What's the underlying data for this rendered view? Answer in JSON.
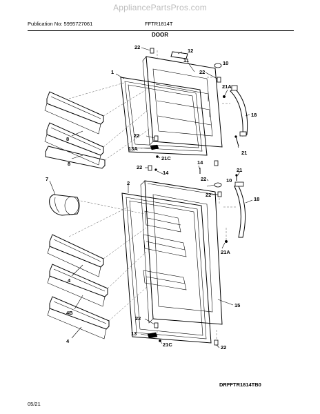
{
  "header": {
    "watermark": "AppliancePartsPros.com",
    "publication": "Publication No: 5995727061",
    "model": "FFTR1814T",
    "section_title": "DOOR"
  },
  "footer": {
    "diagram_code": "DRFFTR1814TB0",
    "date": "05/21"
  },
  "callouts": {
    "c22_top": "22",
    "c12": "12",
    "c11": "11",
    "c22_r1": "22",
    "c10_top": "10",
    "c1": "1",
    "c21A_top": "21A",
    "c18_top": "18",
    "c8_a": "8",
    "c8_b": "8",
    "c22_mid1": "22",
    "c13A": "13A",
    "c21C_top": "21C",
    "c21_top": "21",
    "c14_a": "14",
    "c14_b": "14",
    "c22_mid2": "22",
    "c22_mid3": "22",
    "c21_mid": "21",
    "c10_mid": "10",
    "c7": "7",
    "c2": "2",
    "c22_mid4": "22",
    "c18_mid": "18",
    "c21A_mid": "21A",
    "c4_a": "4",
    "c4B": "4B",
    "c15": "15",
    "c22_bot1": "22",
    "c13": "13",
    "c21C_bot": "21C",
    "c4_b": "4",
    "c22_bot2": "22"
  }
}
